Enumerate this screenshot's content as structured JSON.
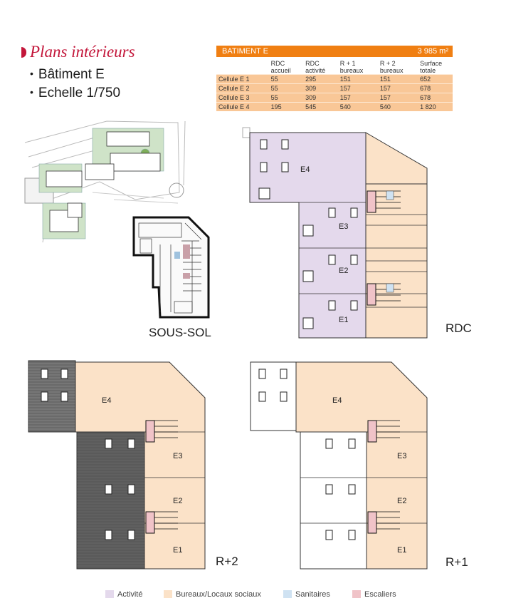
{
  "header": {
    "title": "Plans intérieurs",
    "bullets": [
      "Bâtiment E",
      "Echelle 1/750"
    ]
  },
  "table": {
    "title": "BATIMENT  E",
    "total": "3 985 m²",
    "columns": [
      [
        "RDC",
        "accueil"
      ],
      [
        "RDC",
        "activité"
      ],
      [
        "R + 1",
        "bureaux"
      ],
      [
        "R + 2",
        "bureaux"
      ],
      [
        "Surface",
        "totale"
      ]
    ],
    "rows": [
      {
        "name": "Cellule E 1",
        "values": [
          "55",
          "295",
          "151",
          "151",
          "652"
        ]
      },
      {
        "name": "Cellule E 2",
        "values": [
          "55",
          "309",
          "157",
          "157",
          "678"
        ]
      },
      {
        "name": "Cellule E 3",
        "values": [
          "55",
          "309",
          "157",
          "157",
          "678"
        ]
      },
      {
        "name": "Cellule E 4",
        "values": [
          "195",
          "545",
          "540",
          "540",
          "1 820"
        ]
      }
    ]
  },
  "plans": {
    "basement": "SOUS-SOL",
    "ground": "RDC",
    "floor1": "R+1",
    "floor2": "R+2",
    "units": {
      "e1": "E1",
      "e2": "E2",
      "e3": "E3",
      "e4": "E4"
    }
  },
  "legend": [
    {
      "label": "Activité",
      "color": "#e4d9ec"
    },
    {
      "label": "Bureaux/Locaux sociaux",
      "color": "#fbe2c8"
    },
    {
      "label": "Sanitaires",
      "color": "#cfe2f2"
    },
    {
      "label": "Escaliers",
      "color": "#f0c3c8"
    }
  ]
}
